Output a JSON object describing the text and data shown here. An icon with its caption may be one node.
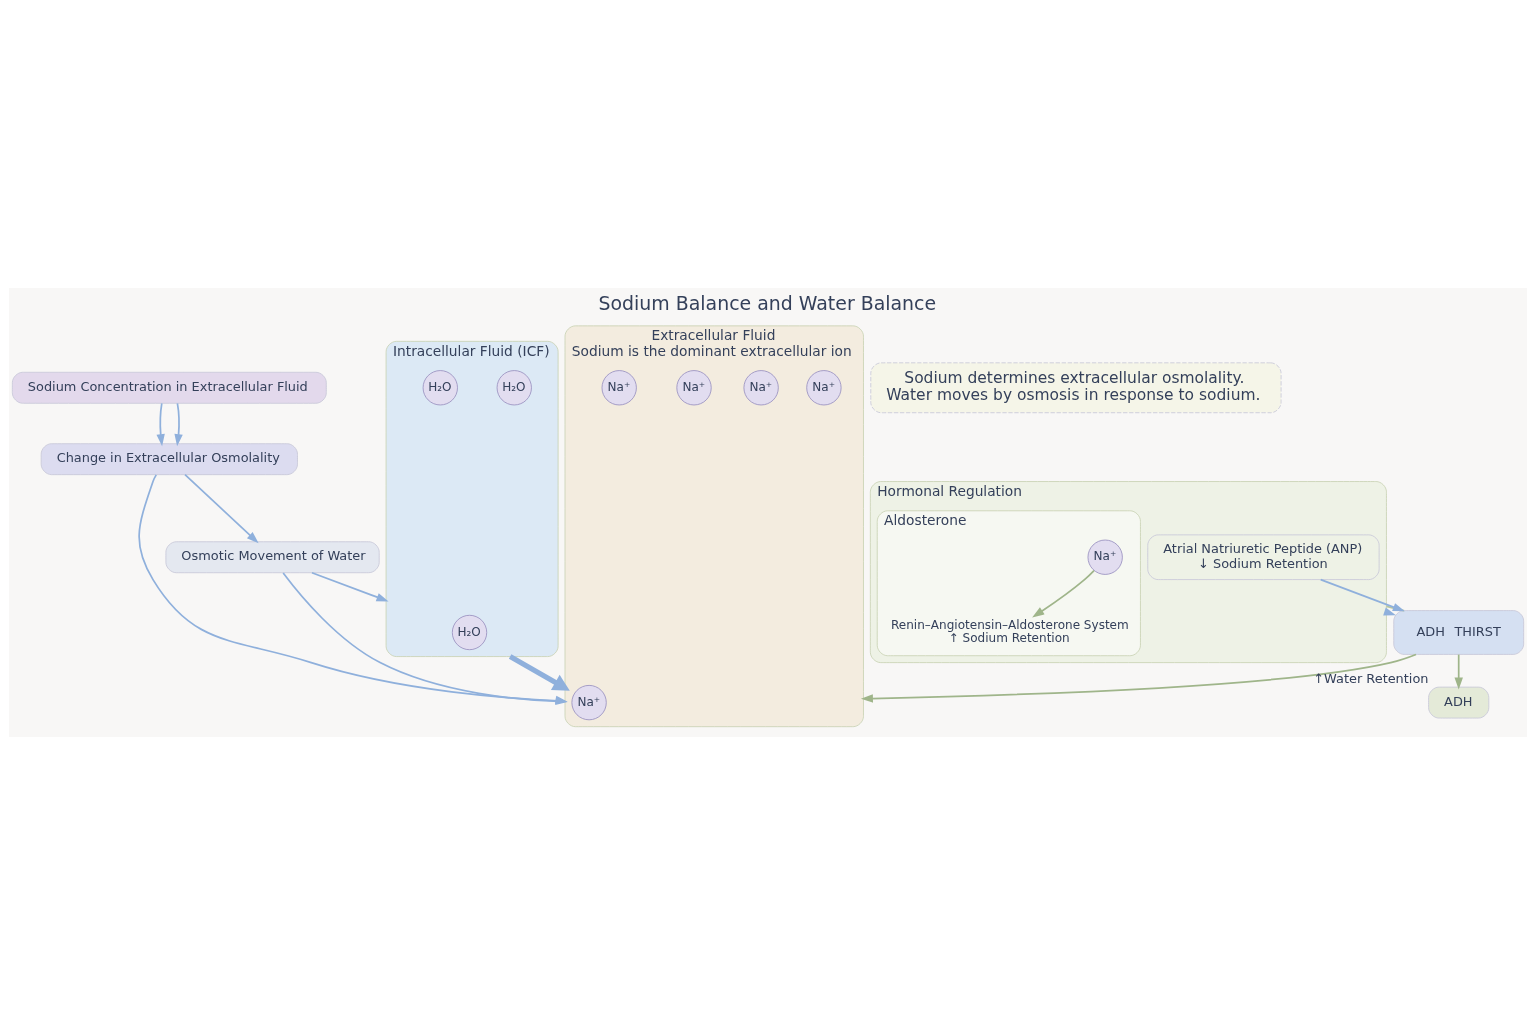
{
  "diagram": {
    "title": "Sodium Balance and Water Balance",
    "nodes": [
      {
        "text": [
          "Sodium Concentration in Extracellular Fluid"
        ]
      },
      {
        "text": [
          "Hormonal Regulation"
        ]
      },
      {
        "text": [
          "Aldosterone"
        ],
        "in": 1
      },
      {
        "text": [
          "Na⁺"
        ],
        "in": 2
      },
      {
        "text": [
          "Renin–Angiotensin–Aldosterone System",
          "↑ Sodium Retention"
        ],
        "in": 2
      },
      {
        "text": [
          "Change in Extracellular Osmolality"
        ]
      },
      {
        "text": [
          "Atrial Natriuretic Peptide (ANP)",
          "↓ Sodium Retention"
        ],
        "in": 1
      },
      {
        "text": [
          "Osmotic Movement of Water"
        ]
      },
      {
        "text": [
          "Intracellular Fluid (ICF)"
        ]
      },
      {
        "text": [
          "H₂O"
        ],
        "in": 8
      },
      {
        "text": [
          "H₂O"
        ],
        "in": 8
      },
      {
        "text": [
          "H₂O"
        ],
        "in": 8
      },
      {
        "text": [
          "Extracellular Fluid",
          "Sodium is the dominant extracellular ion"
        ]
      },
      {
        "text": [
          "Na⁺"
        ],
        "in": 12
      },
      {
        "text": [
          "Na⁺"
        ],
        "in": 12
      },
      {
        "text": [
          "Na⁺"
        ],
        "in": 12
      },
      {
        "text": [
          "Na⁺"
        ],
        "in": 12
      },
      {
        "text": [
          "Na⁺"
        ],
        "in": 12
      },
      {
        "text": [
          "ADH",
          "THIRST"
        ]
      },
      {
        "text": [
          "ADH"
        ],
        "beside": [
          "↑Water Retention"
        ]
      },
      {
        "text": [
          "Sodium determines extracellular osmolality.",
          "Water moves by osmosis in response to sodium."
        ]
      }
    ],
    "edges": [
      {
        "from": 0,
        "to": 5,
        "arrow": "to"
      },
      {
        "from": 0,
        "to": 5,
        "arrow": "to"
      },
      {
        "from": 5,
        "to": 7,
        "arrow": "to"
      },
      {
        "from": 5,
        "to": 12,
        "arrow": "to"
      },
      {
        "from": 7,
        "to": 8,
        "arrow": "to"
      },
      {
        "from": 7,
        "to": 12,
        "arrow": "to"
      },
      {
        "from": 8,
        "to": 12,
        "arrow": "to",
        "style": "thick"
      },
      {
        "from": 3,
        "to": 4,
        "arrow": "to",
        "color": "#9fb58a"
      },
      {
        "from": 6,
        "to": 18,
        "arrow": "to"
      },
      {
        "from": 1,
        "to": 18,
        "arrow": "to"
      },
      {
        "from": 1,
        "to": 18,
        "arrow": "none",
        "color": "#b9c79e"
      },
      {
        "from": 18,
        "to": 12,
        "arrow": "to",
        "color": "#9fb58a"
      },
      {
        "from": 18,
        "to": 19,
        "arrow": "to",
        "color": "#9fb58a"
      }
    ]
  }
}
